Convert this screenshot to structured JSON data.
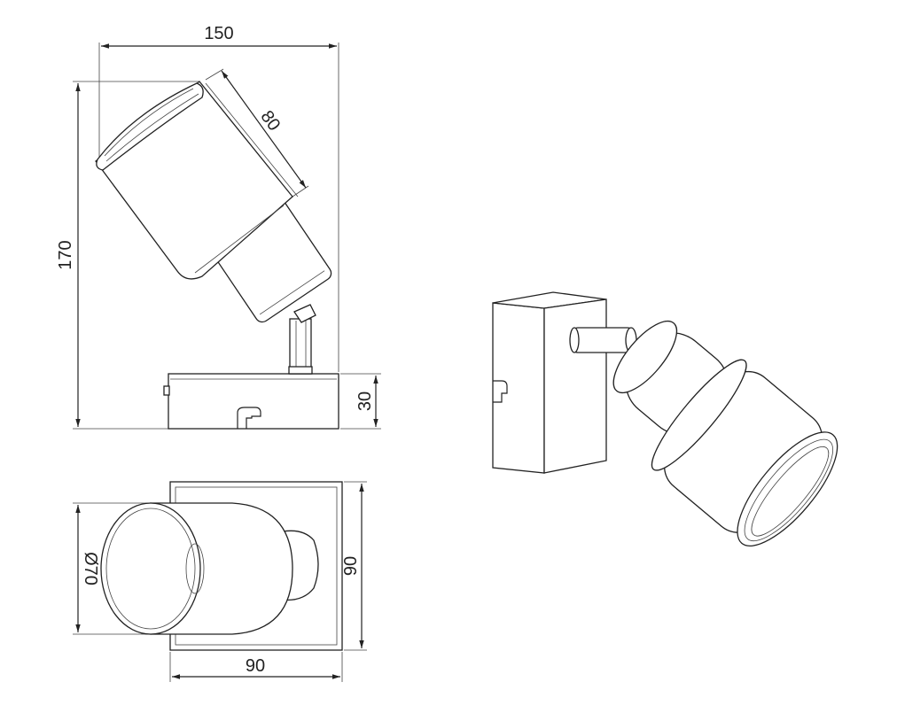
{
  "diagram": {
    "dimensions": {
      "side_width": "150",
      "side_height": "170",
      "head_length": "80",
      "base_height": "30",
      "top_diameter": "Ø70",
      "top_width": "90",
      "top_depth": "90"
    },
    "colors": {
      "line": "#222222",
      "background": "#ffffff"
    }
  }
}
